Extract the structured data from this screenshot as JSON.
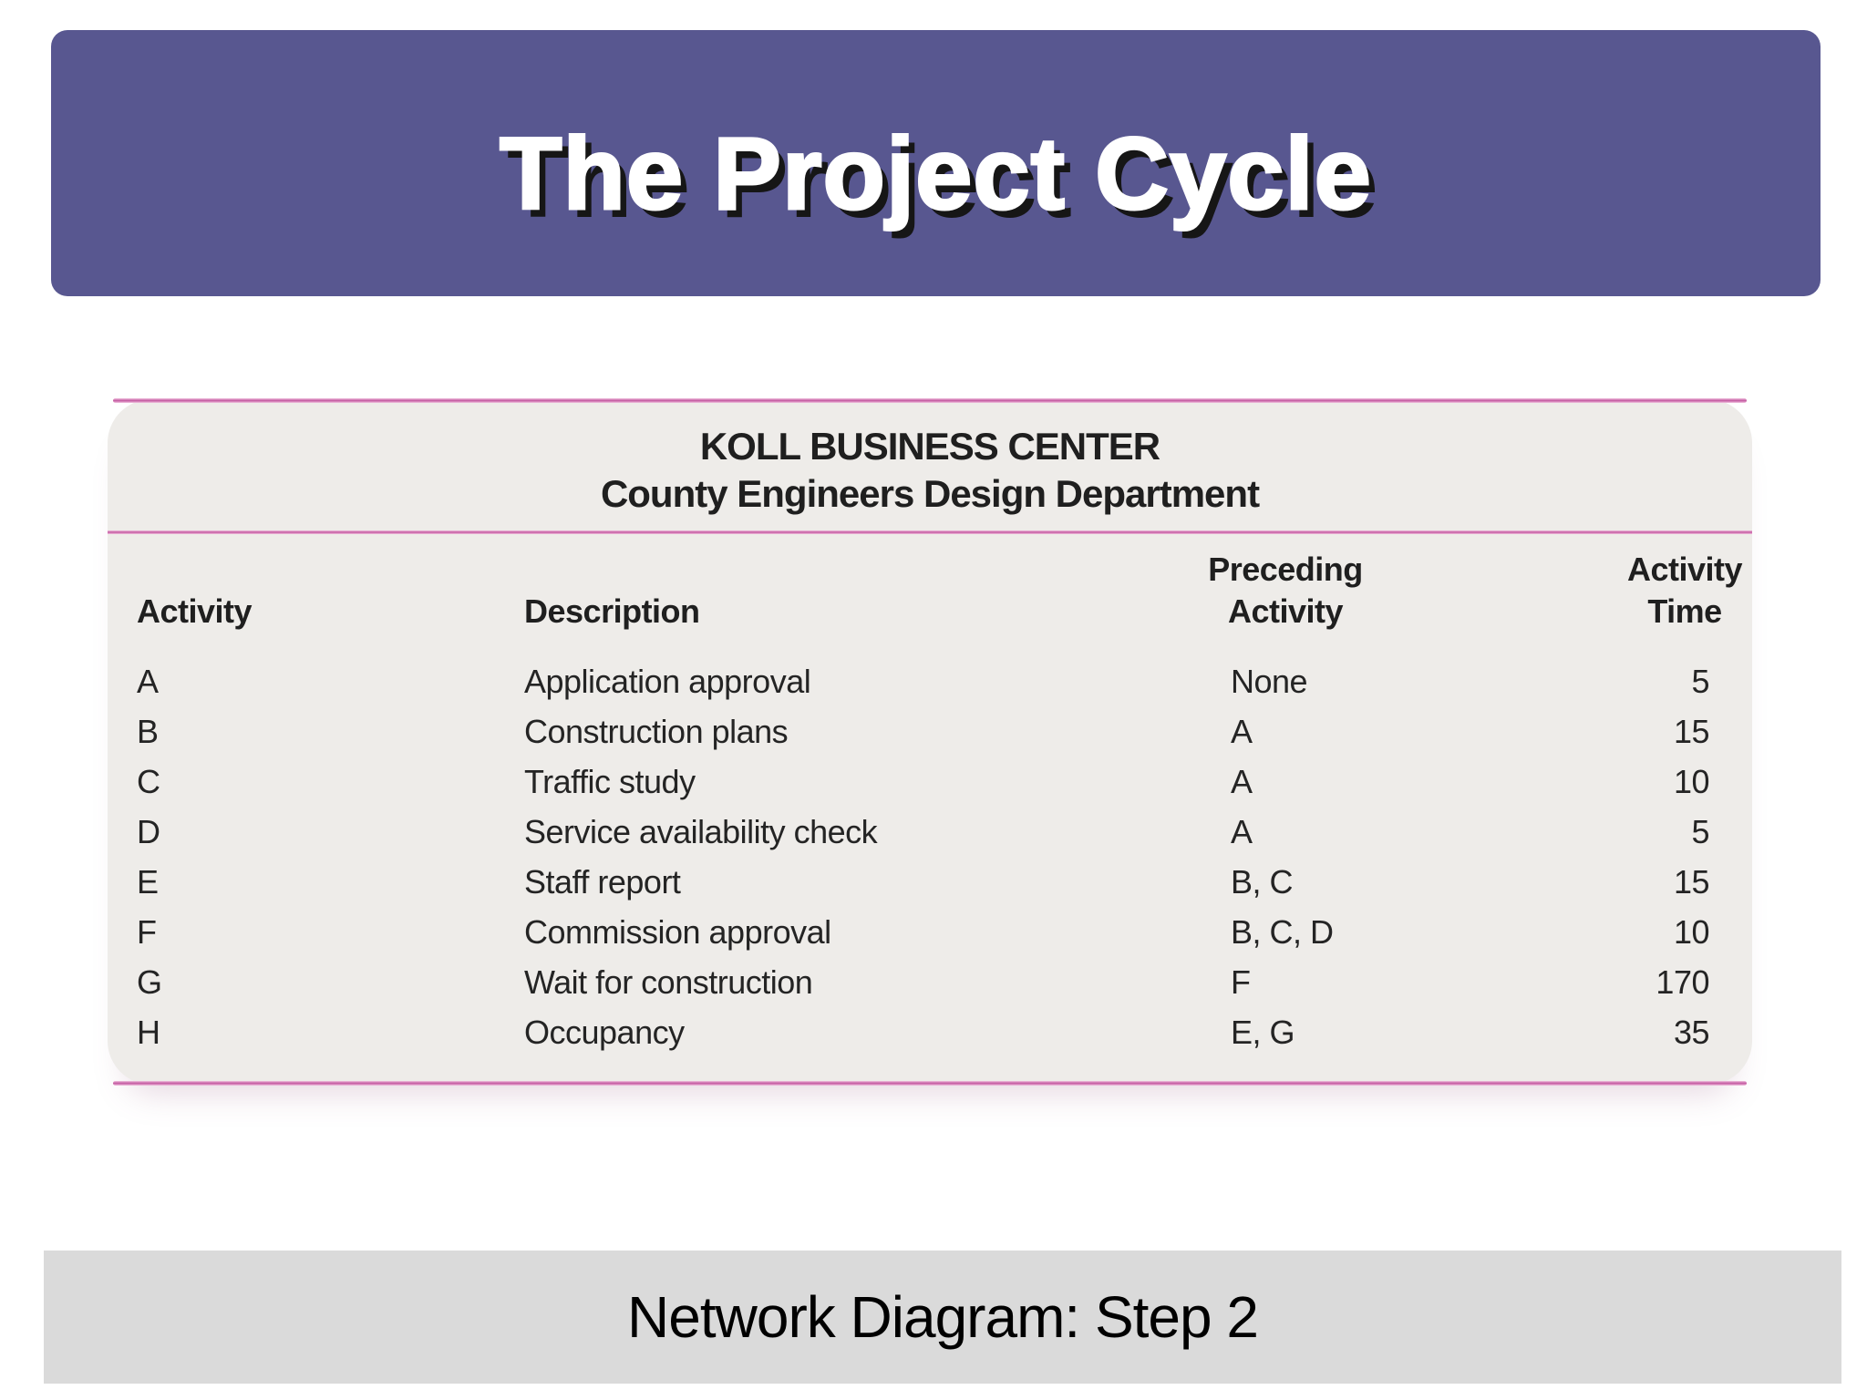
{
  "slide": {
    "title": "The Project Cycle",
    "caption": "Network Diagram: Step 2"
  },
  "table": {
    "title": "KOLL BUSINESS CENTER",
    "subtitle": "County Engineers Design Department",
    "columns": [
      {
        "key": "activity",
        "lines": [
          "Activity"
        ]
      },
      {
        "key": "description",
        "lines": [
          "Description"
        ]
      },
      {
        "key": "preceding",
        "lines": [
          "Preceding",
          "Activity"
        ]
      },
      {
        "key": "time",
        "lines": [
          "Activity",
          "Time"
        ]
      }
    ],
    "rows": [
      {
        "activity": "A",
        "description": "Application approval",
        "preceding": "None",
        "time": "5"
      },
      {
        "activity": "B",
        "description": "Construction plans",
        "preceding": "A",
        "time": "15"
      },
      {
        "activity": "C",
        "description": "Traffic study",
        "preceding": "A",
        "time": "10"
      },
      {
        "activity": "D",
        "description": "Service availability check",
        "preceding": "A",
        "time": "5"
      },
      {
        "activity": "E",
        "description": "Staff report",
        "preceding": "B, C",
        "time": "15"
      },
      {
        "activity": "F",
        "description": "Commission approval",
        "preceding": "B, C, D",
        "time": "10"
      },
      {
        "activity": "G",
        "description": "Wait for construction",
        "preceding": "F",
        "time": "170"
      },
      {
        "activity": "H",
        "description": "Occupancy",
        "preceding": "E, G",
        "time": "35"
      }
    ]
  },
  "colors": {
    "banner_purple": "#585790",
    "card_background": "#EEECE9",
    "accent_pink": "#C2579F",
    "caption_bar_gray": "#DADADA",
    "text_dark": "#1F1F1F"
  }
}
